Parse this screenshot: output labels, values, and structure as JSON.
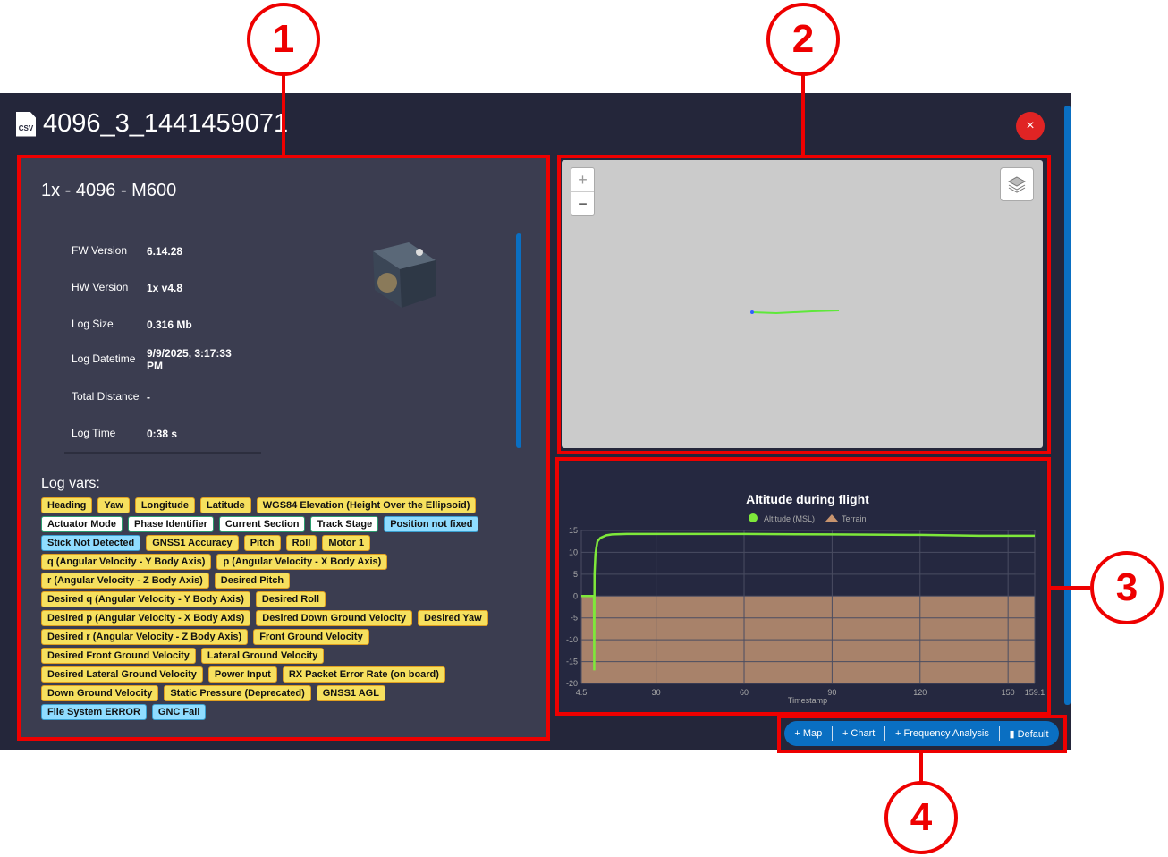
{
  "window": {
    "title": "4096_3_1441459071",
    "file_icon": "csv-file-icon",
    "close_label": "×"
  },
  "device": {
    "title": "1x - 4096 - M600",
    "info": [
      {
        "label": "FW Version",
        "value": "6.14.28"
      },
      {
        "label": "HW Version",
        "value": "1x v4.8"
      },
      {
        "label": "Log Size",
        "value": "0.316 Mb"
      },
      {
        "label": "Log Datetime",
        "value": "9/9/2025, 3:17:33 PM"
      },
      {
        "label": "Total Distance",
        "value": "-"
      },
      {
        "label": "Log Time",
        "value": "0:38 s"
      }
    ]
  },
  "log_vars": {
    "heading": "Log vars:",
    "tags": [
      {
        "t": "Heading",
        "c": "y"
      },
      {
        "t": "Yaw",
        "c": "y"
      },
      {
        "t": "Longitude",
        "c": "y"
      },
      {
        "t": "Latitude",
        "c": "y"
      },
      {
        "t": "WGS84 Elevation (Height Over the Ellipsoid)",
        "c": "y"
      },
      {
        "t": "Actuator Mode",
        "c": "w"
      },
      {
        "t": "Phase Identifier",
        "c": "w"
      },
      {
        "t": "Current Section",
        "c": "w"
      },
      {
        "t": "Track Stage",
        "c": "w"
      },
      {
        "t": "Position not fixed",
        "c": "b"
      },
      {
        "t": "Stick Not Detected",
        "c": "b"
      },
      {
        "t": "GNSS1 Accuracy",
        "c": "y"
      },
      {
        "t": "Pitch",
        "c": "y"
      },
      {
        "t": "Roll",
        "c": "y"
      },
      {
        "t": "Motor 1",
        "c": "y"
      },
      {
        "t": "q (Angular Velocity - Y Body Axis)",
        "c": "y"
      },
      {
        "t": "p (Angular Velocity - X Body Axis)",
        "c": "y"
      },
      {
        "t": "r (Angular Velocity - Z Body Axis)",
        "c": "y"
      },
      {
        "t": "Desired Pitch",
        "c": "y"
      },
      {
        "t": "Desired q (Angular Velocity - Y Body Axis)",
        "c": "y"
      },
      {
        "t": "Desired Roll",
        "c": "y"
      },
      {
        "t": "Desired p (Angular Velocity - X Body Axis)",
        "c": "y"
      },
      {
        "t": "Desired Down Ground Velocity",
        "c": "y"
      },
      {
        "t": "Desired Yaw",
        "c": "y"
      },
      {
        "t": "Desired r (Angular Velocity - Z Body Axis)",
        "c": "y"
      },
      {
        "t": "Front Ground Velocity",
        "c": "y"
      },
      {
        "t": "Desired Front Ground Velocity",
        "c": "y"
      },
      {
        "t": "Lateral Ground Velocity",
        "c": "y"
      },
      {
        "t": "Desired Lateral Ground Velocity",
        "c": "y"
      },
      {
        "t": "Power Input",
        "c": "y"
      },
      {
        "t": "RX Packet Error Rate (on board)",
        "c": "y"
      },
      {
        "t": "Down Ground Velocity",
        "c": "y"
      },
      {
        "t": "Static Pressure (Deprecated)",
        "c": "y"
      },
      {
        "t": "GNSS1 AGL",
        "c": "y"
      },
      {
        "t": "File System ERROR",
        "c": "b"
      },
      {
        "t": "GNC Fail",
        "c": "b"
      }
    ]
  },
  "map": {
    "zoom_in": "+",
    "zoom_out": "−",
    "layers_icon": "layers-icon",
    "track_color": "#5ee83a"
  },
  "toolbar": {
    "map": "+ Map",
    "chart": "+ Chart",
    "freq": "+ Frequency Analysis",
    "default": "Default"
  },
  "annotations": [
    "1",
    "2",
    "3",
    "4"
  ],
  "chart_data": {
    "type": "line",
    "title": "Altitude during flight",
    "xlabel": "Timestamp",
    "ylabel": "",
    "legend": [
      "Altitude (MSL)",
      "Terrain"
    ],
    "legend_placement": "top-center",
    "xlim": [
      4.5,
      159.1
    ],
    "ylim": [
      -20,
      15
    ],
    "xticks": [
      "4.5",
      "30",
      "60",
      "90",
      "120",
      "150",
      "159.1"
    ],
    "xtick_vals": [
      4.5,
      30,
      60,
      90,
      120,
      150,
      159.1
    ],
    "yticks": [
      "15",
      "10",
      "5",
      "0",
      "-5",
      "-10",
      "-15",
      "-20"
    ],
    "ytick_vals": [
      15,
      10,
      5,
      0,
      -5,
      -10,
      -15,
      -20
    ],
    "series": [
      {
        "name": "Altitude (MSL)",
        "color": "#7ee83a",
        "x": [
          4.5,
          7.5,
          8.8,
          8.9,
          9.0,
          9.3,
          9.6,
          10,
          11,
          13,
          15,
          20,
          30,
          60,
          90,
          120,
          140,
          159.1
        ],
        "y": [
          0,
          0,
          0,
          -17,
          5,
          9.5,
          11,
          12.5,
          13.3,
          13.9,
          14.1,
          14.2,
          14.2,
          14.2,
          14.1,
          14.0,
          13.8,
          13.8
        ]
      },
      {
        "name": "Terrain",
        "color": "#a8826a",
        "x": [
          4.5,
          159.1
        ],
        "y": [
          0,
          0
        ]
      }
    ]
  }
}
